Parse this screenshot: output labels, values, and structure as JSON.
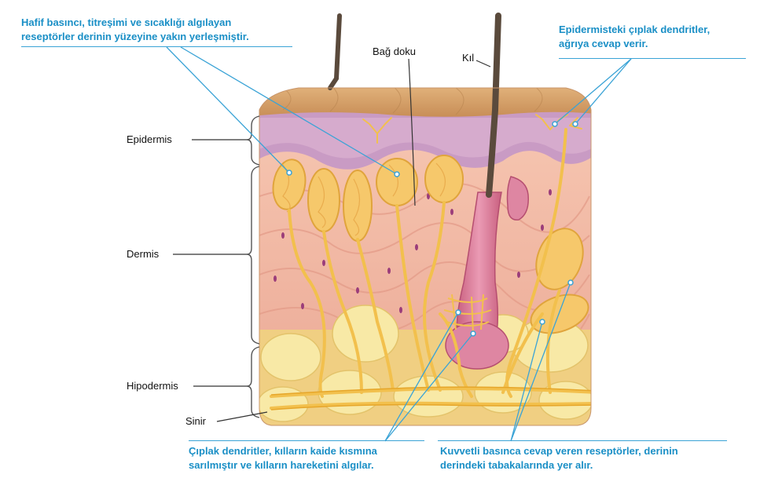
{
  "captions": {
    "top_left": [
      "Hafif basıncı, titreşimi ve sıcaklığı algılayan",
      "reseptörler derinin yüzeyine yakın yerleşmiştir."
    ],
    "top_right": [
      "Epidermisteki çıplak dendritler,",
      "ağrıya cevap verir."
    ],
    "bottom_left": [
      "Çıplak dendritler, kılların kaide kısmına",
      "sarılmıştır ve kılların hareketini algılar."
    ],
    "bottom_right": [
      "Kuvvetli basınca cevap veren reseptörler, derinin",
      "derindeki tabakalarında yer alır."
    ]
  },
  "labels": {
    "bag_doku": "Bağ doku",
    "kil": "Kıl",
    "epidermis": "Epidermis",
    "dermis": "Dermis",
    "hipodermis": "Hipodermis",
    "sinir": "Sinir"
  },
  "colors": {
    "caption": "#1a8fc6",
    "leader": "#3aa3d6",
    "skin_surface": "#d9a46c",
    "epidermis": "#c99bc4",
    "dermis": "#f2b8a6",
    "fat": "#f6e39a",
    "nerve": "#f2c04d",
    "hair_follicle": "#d97c9c",
    "hair": "#5a4a3c"
  }
}
